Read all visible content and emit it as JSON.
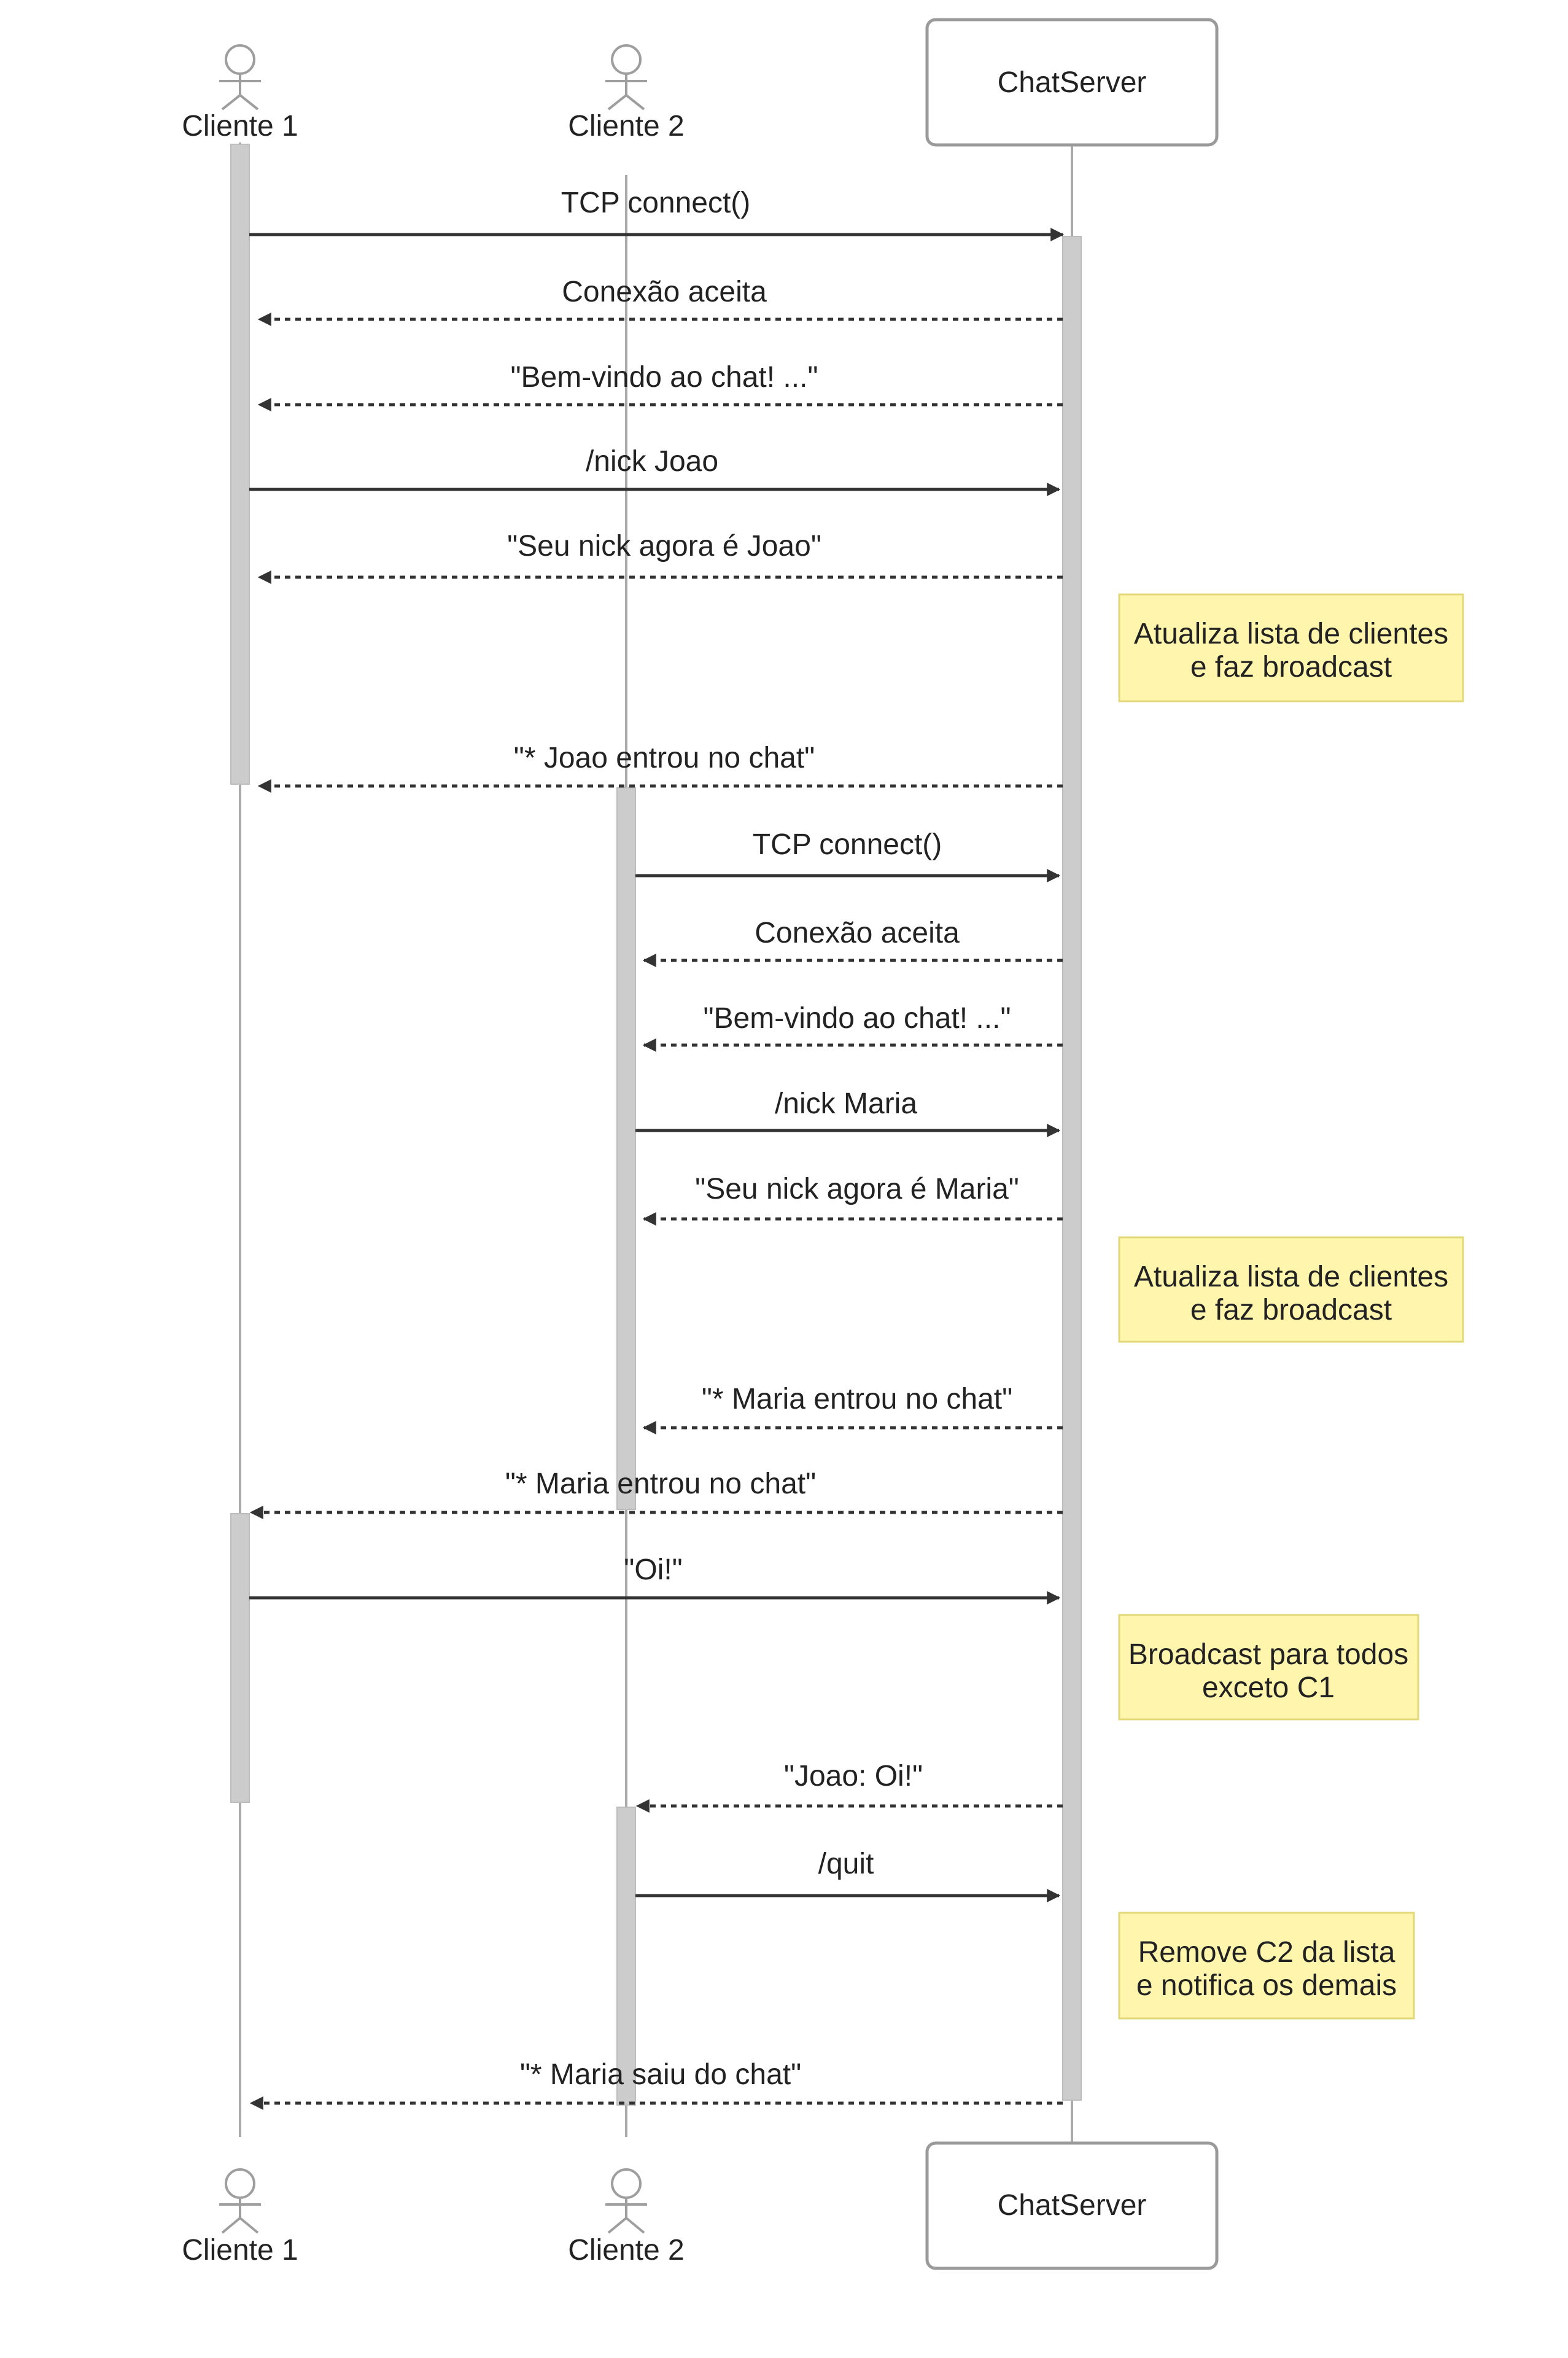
{
  "participants": {
    "client1": {
      "label": "Cliente 1"
    },
    "client2": {
      "label": "Cliente 2"
    },
    "server": {
      "label": "ChatServer"
    }
  },
  "messages": [
    {
      "from": "client1",
      "to": "server",
      "label": "TCP connect()",
      "style": "solid"
    },
    {
      "from": "server",
      "to": "client1",
      "label": "Conexão aceita",
      "style": "dashed"
    },
    {
      "from": "server",
      "to": "client1",
      "label": "\"Bem-vindo ao chat! ...\"",
      "style": "dashed"
    },
    {
      "from": "client1",
      "to": "server",
      "label": "/nick Joao",
      "style": "solid"
    },
    {
      "from": "server",
      "to": "client1",
      "label": "\"Seu nick agora é Joao\"",
      "style": "dashed"
    },
    {
      "from": "server",
      "to": "client1",
      "label": "\"* Joao entrou no chat\"",
      "style": "dashed"
    },
    {
      "from": "client2",
      "to": "server",
      "label": "TCP connect()",
      "style": "solid"
    },
    {
      "from": "server",
      "to": "client2",
      "label": "Conexão aceita",
      "style": "dashed"
    },
    {
      "from": "server",
      "to": "client2",
      "label": "\"Bem-vindo ao chat! ...\"",
      "style": "dashed"
    },
    {
      "from": "client2",
      "to": "server",
      "label": "/nick Maria",
      "style": "solid"
    },
    {
      "from": "server",
      "to": "client2",
      "label": "\"Seu nick agora é Maria\"",
      "style": "dashed"
    },
    {
      "from": "server",
      "to": "client2",
      "label": "\"* Maria entrou no chat\"",
      "style": "dashed"
    },
    {
      "from": "server",
      "to": "client1",
      "label": "\"* Maria entrou no chat\"",
      "style": "dashed"
    },
    {
      "from": "client1",
      "to": "server",
      "label": "\"Oi!\"",
      "style": "solid"
    },
    {
      "from": "server",
      "to": "client2",
      "label": "\"Joao: Oi!\"",
      "style": "dashed"
    },
    {
      "from": "client2",
      "to": "server",
      "label": "/quit",
      "style": "solid"
    },
    {
      "from": "server",
      "to": "client1",
      "label": "\"* Maria saiu do chat\"",
      "style": "dashed"
    }
  ],
  "notes": [
    {
      "lines": [
        "Atualiza lista de clientes",
        "e faz broadcast"
      ]
    },
    {
      "lines": [
        "Atualiza lista de clientes",
        "e faz broadcast"
      ]
    },
    {
      "lines": [
        "Broadcast para todos",
        "exceto C1"
      ]
    },
    {
      "lines": [
        "Remove C2 da lista",
        "e notifica os demais"
      ]
    }
  ],
  "colors": {
    "note_fill": "#fff5ad",
    "note_border": "#e2d87a",
    "activation_fill": "#cccccc",
    "lifeline": "#aaaaaa",
    "arrow": "#333333"
  }
}
